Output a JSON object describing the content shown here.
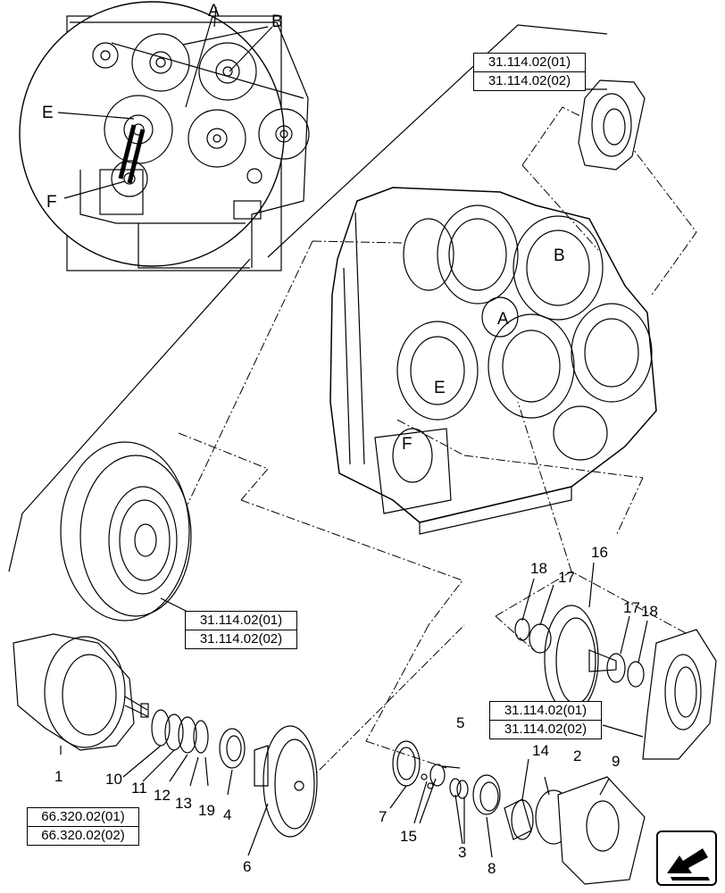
{
  "callouts_inset": [
    {
      "id": "inset-A",
      "text": "A"
    },
    {
      "id": "inset-B",
      "text": "B"
    },
    {
      "id": "inset-E",
      "text": "E"
    },
    {
      "id": "inset-F",
      "text": "F"
    }
  ],
  "callouts_housing": [
    {
      "id": "housing-A",
      "text": "A"
    },
    {
      "id": "housing-B",
      "text": "B"
    },
    {
      "id": "housing-E",
      "text": "E"
    },
    {
      "id": "housing-F",
      "text": "F"
    }
  ],
  "reference_boxes": [
    {
      "id": "ref-top-right",
      "lines": [
        "31.114.02(01)",
        "31.114.02(02)"
      ]
    },
    {
      "id": "ref-middle",
      "lines": [
        "31.114.02(01)",
        "31.114.02(02)"
      ]
    },
    {
      "id": "ref-right",
      "lines": [
        "31.114.02(01)",
        "31.114.02(02)"
      ]
    },
    {
      "id": "ref-bottom-left",
      "lines": [
        "66.320.02(01)",
        "66.320.02(02)"
      ]
    }
  ],
  "part_numbers": [
    "1",
    "10",
    "11",
    "12",
    "13",
    "19",
    "4",
    "6",
    "7",
    "15",
    "5",
    "3",
    "8",
    "14",
    "2",
    "9",
    "16",
    "17",
    "18",
    "17",
    "18"
  ],
  "nav_icon": "arrow-return-icon"
}
